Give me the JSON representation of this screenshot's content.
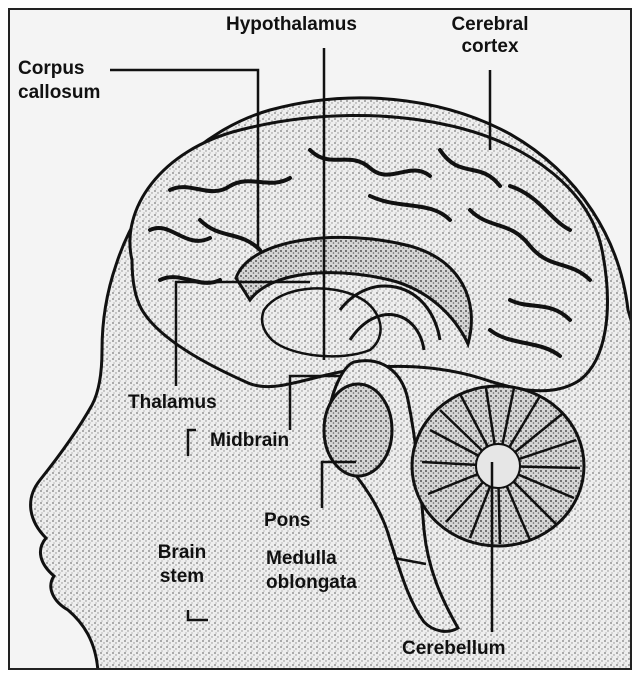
{
  "labels": {
    "hypothalamus": "Hypothalamus",
    "cerebral_cortex_1": "Cerebral",
    "cerebral_cortex_2": "cortex",
    "corpus_callosum_1": "Corpus",
    "corpus_callosum_2": "callosum",
    "thalamus": "Thalamus",
    "midbrain": "Midbrain",
    "pons": "Pons",
    "brain_stem_1": "Brain",
    "brain_stem_2": "stem",
    "medulla_1": "Medulla",
    "medulla_2": "oblongata",
    "cerebellum": "Cerebellum"
  },
  "colors": {
    "ink": "#111111",
    "speckle": "#9a9a9a",
    "paper": "#f4f4f4"
  }
}
